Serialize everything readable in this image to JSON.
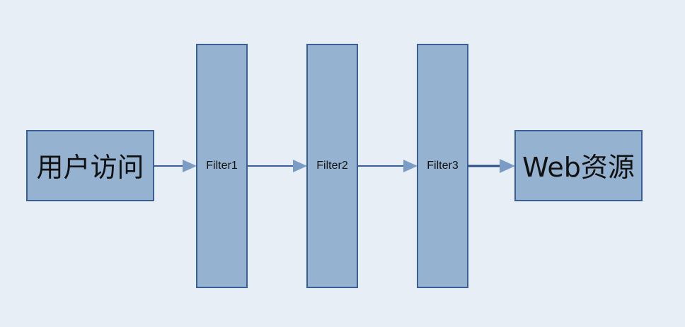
{
  "diagram": {
    "nodes": {
      "user_access": "用户访问",
      "filter1": "Filter1",
      "filter2": "Filter2",
      "filter3": "Filter3",
      "web_resource": "Web资源"
    }
  },
  "colors": {
    "background": "#e8eef6",
    "node_fill": "#95b3d1",
    "node_border": "#3a5f96",
    "connector_line": "#3a5f96",
    "arrowhead": "#7a9cc5",
    "text": "#111111"
  }
}
